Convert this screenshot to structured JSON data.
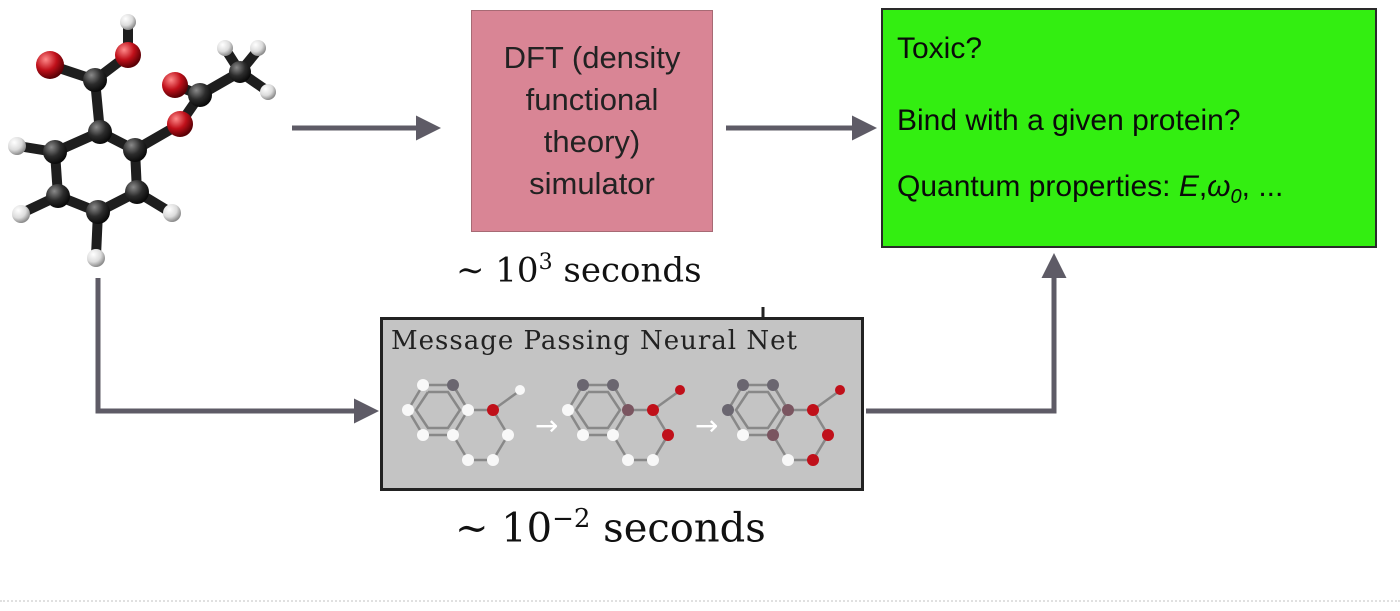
{
  "dft": {
    "label": "DFT (density functional theory) simulator"
  },
  "dft_time": {
    "prefix": "∼ 10",
    "exp": "3",
    "suffix": " seconds"
  },
  "mpnn": {
    "title": "Message Passing Neural Net"
  },
  "mpnn_time": {
    "prefix": "∼ 10",
    "exp": "−2",
    "suffix": " seconds"
  },
  "results": {
    "q1": "Toxic?",
    "q2": "Bind with a given protein?",
    "q3_text": "Quantum properties: ",
    "q3_E": "E",
    "q3_sep": ",",
    "q3_omega": "ω",
    "q3_sub": "0",
    "q3_end": ", ..."
  },
  "colors": {
    "dft_box": "#d98595",
    "result_box": "#33ee11",
    "mpnn_box": "#c4c4c4",
    "arrow": "#5e5b66",
    "atom_carbon": "#262626",
    "atom_oxygen": "#c0101a",
    "atom_hydrogen": "#e8e8e8"
  },
  "icons": [
    "aspirin-molecule-icon",
    "message-passing-graph-icon",
    "arrow-icon"
  ]
}
